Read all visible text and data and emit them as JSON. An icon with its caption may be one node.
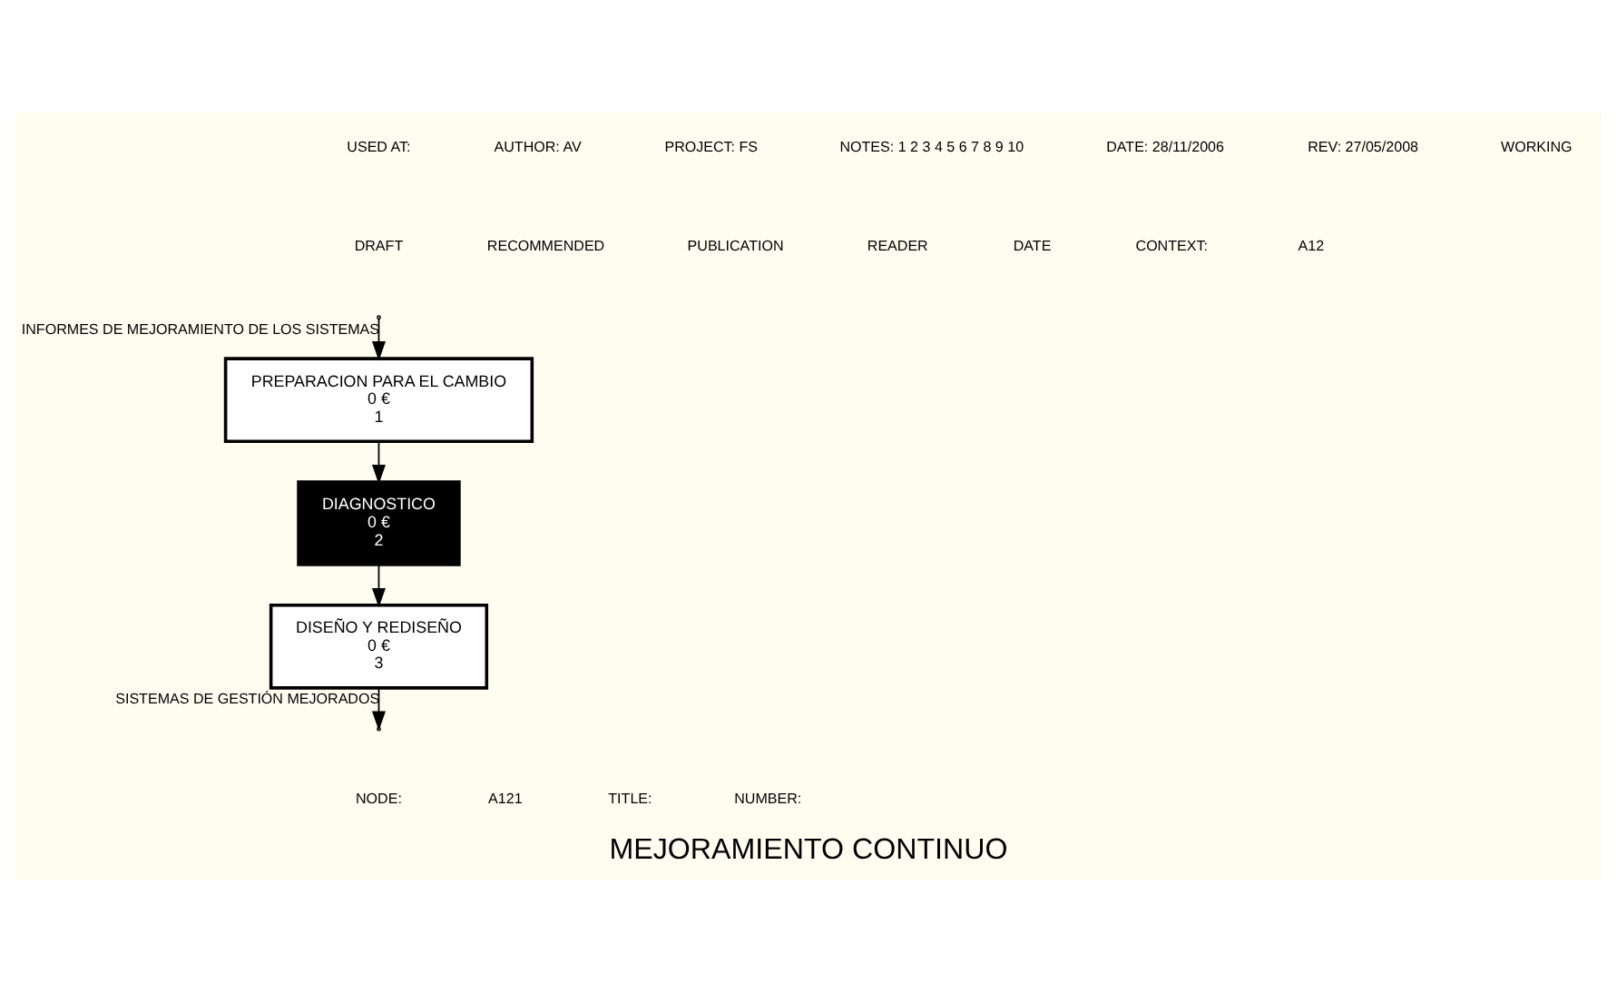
{
  "diagram": {
    "title": "MEJORAMIENTO CONTINUO",
    "nodes": [
      {
        "text": [
          "PREPARACION PARA EL CAMBIO",
          "0 €",
          "1"
        ]
      },
      {
        "text": [
          "DIAGNOSTICO",
          "0 €",
          "2"
        ]
      },
      {
        "text": [
          "DISEÑO Y REDISEÑO",
          "0 €",
          "3"
        ]
      }
    ],
    "edges": [
      {
        "from": null,
        "to": 0,
        "arrow": "to",
        "label": "INFORMES DE MEJORAMIENTO DE LOS SISTEMAS"
      },
      {
        "from": 0,
        "to": 1,
        "arrow": "to"
      },
      {
        "from": 1,
        "to": 2,
        "arrow": "to"
      },
      {
        "from": 2,
        "to": null,
        "arrow": "to",
        "label": "SISTEMAS DE GESTIÓN MEJORADOS"
      }
    ],
    "labels": [
      "USED AT:",
      "AUTHOR: AV",
      "PROJECT: FS",
      "NOTES: 1 2 3 4 5 6 7 8 9 10",
      "DATE: 28/11/2006",
      "REV: 27/05/2008",
      "WORKING",
      "DRAFT",
      "RECOMMENDED",
      "PUBLICATION",
      "READER",
      "DATE",
      "CONTEXT:",
      "A12",
      "NODE:",
      "A121",
      "TITLE:",
      "NUMBER:"
    ]
  }
}
